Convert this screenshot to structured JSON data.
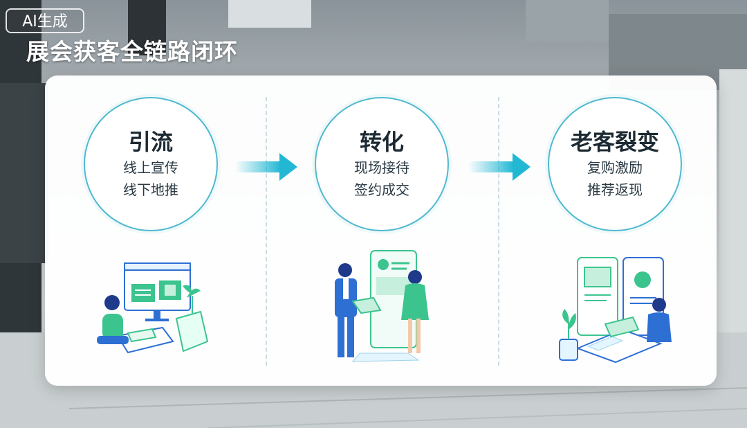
{
  "badge": "AI生成",
  "title": "展会获客全链路闭环",
  "stages": [
    {
      "title": "引流",
      "lines": [
        "线上宣传",
        "线下地推"
      ],
      "illustration": "person-at-computer"
    },
    {
      "title": "转化",
      "lines": [
        "现场接待",
        "签约成交"
      ],
      "illustration": "handshake-at-booth"
    },
    {
      "title": "老客裂变",
      "lines": [
        "复购激励",
        "推荐返现"
      ],
      "illustration": "referral-on-devices"
    }
  ],
  "colors": {
    "accent": "#4fb9cf",
    "green": "#3cc48f",
    "blue": "#2d6fd3",
    "arrow": "#22b8d4"
  },
  "icons": [
    "right-arrow-icon",
    "right-arrow-icon"
  ]
}
